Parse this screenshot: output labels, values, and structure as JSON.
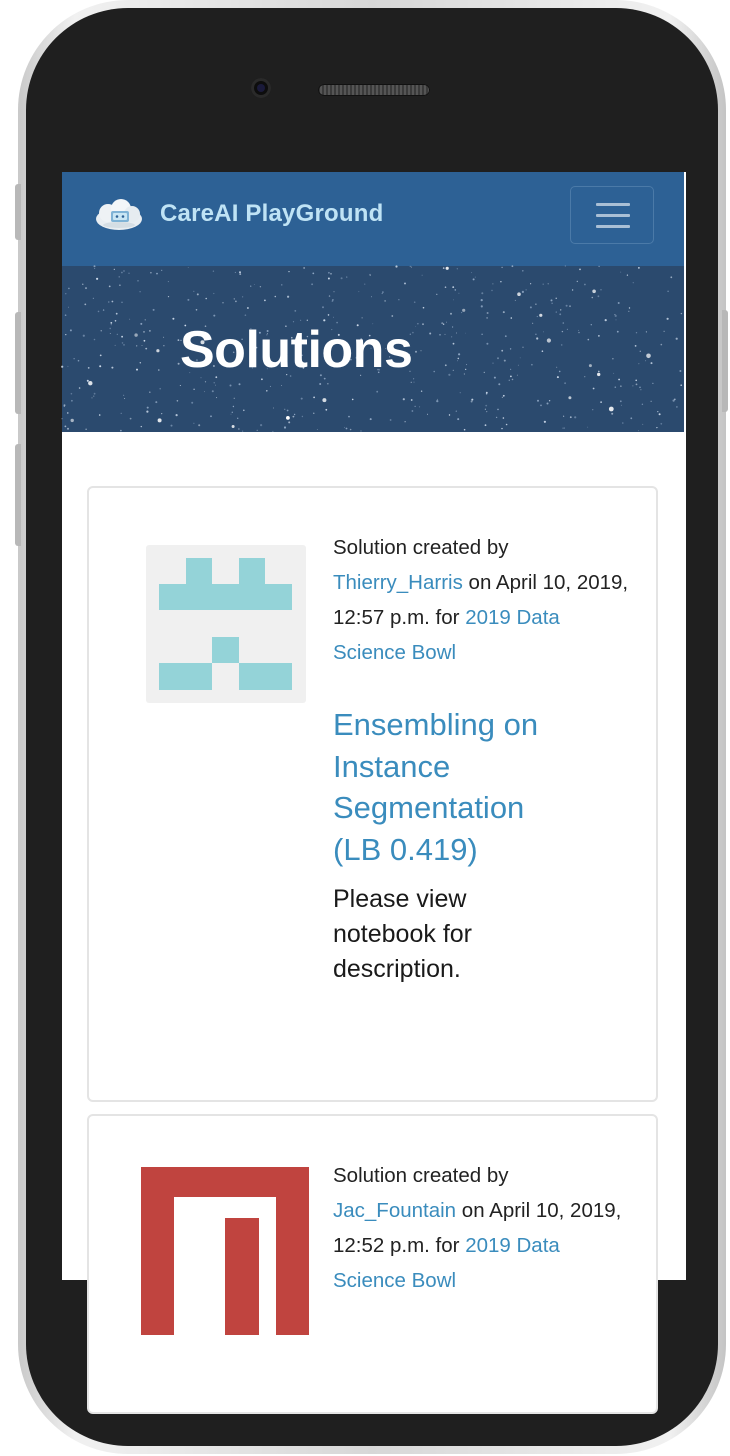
{
  "navbar": {
    "brand": "CareAI PlayGround",
    "logo_icon": "cloud-robot-logo",
    "menu_icon": "hamburger-menu-icon"
  },
  "hero": {
    "title": "Solutions"
  },
  "solutions": [
    {
      "intro": "Solution created by ",
      "author": "Thierry_Harris",
      "date_text": " on April 10, 2019, 12:57 p.m. for ",
      "competition": "2019 Data Science Bowl",
      "title": "Ensembling on Instance Segmentation (LB 0.419)",
      "description": "Please view notebook for description.",
      "avatar_color": "#94d3d8"
    },
    {
      "intro": "Solution created by ",
      "author": "Jac_Fountain",
      "date_text": " on April 10, 2019, 12:52 p.m. for ",
      "competition": "2019 Data Science Bowl",
      "avatar_color": "#c0443f"
    }
  ],
  "colors": {
    "navbar": "#2d6195",
    "brand_text": "#bfe3f5",
    "link": "#3a8cbd"
  }
}
